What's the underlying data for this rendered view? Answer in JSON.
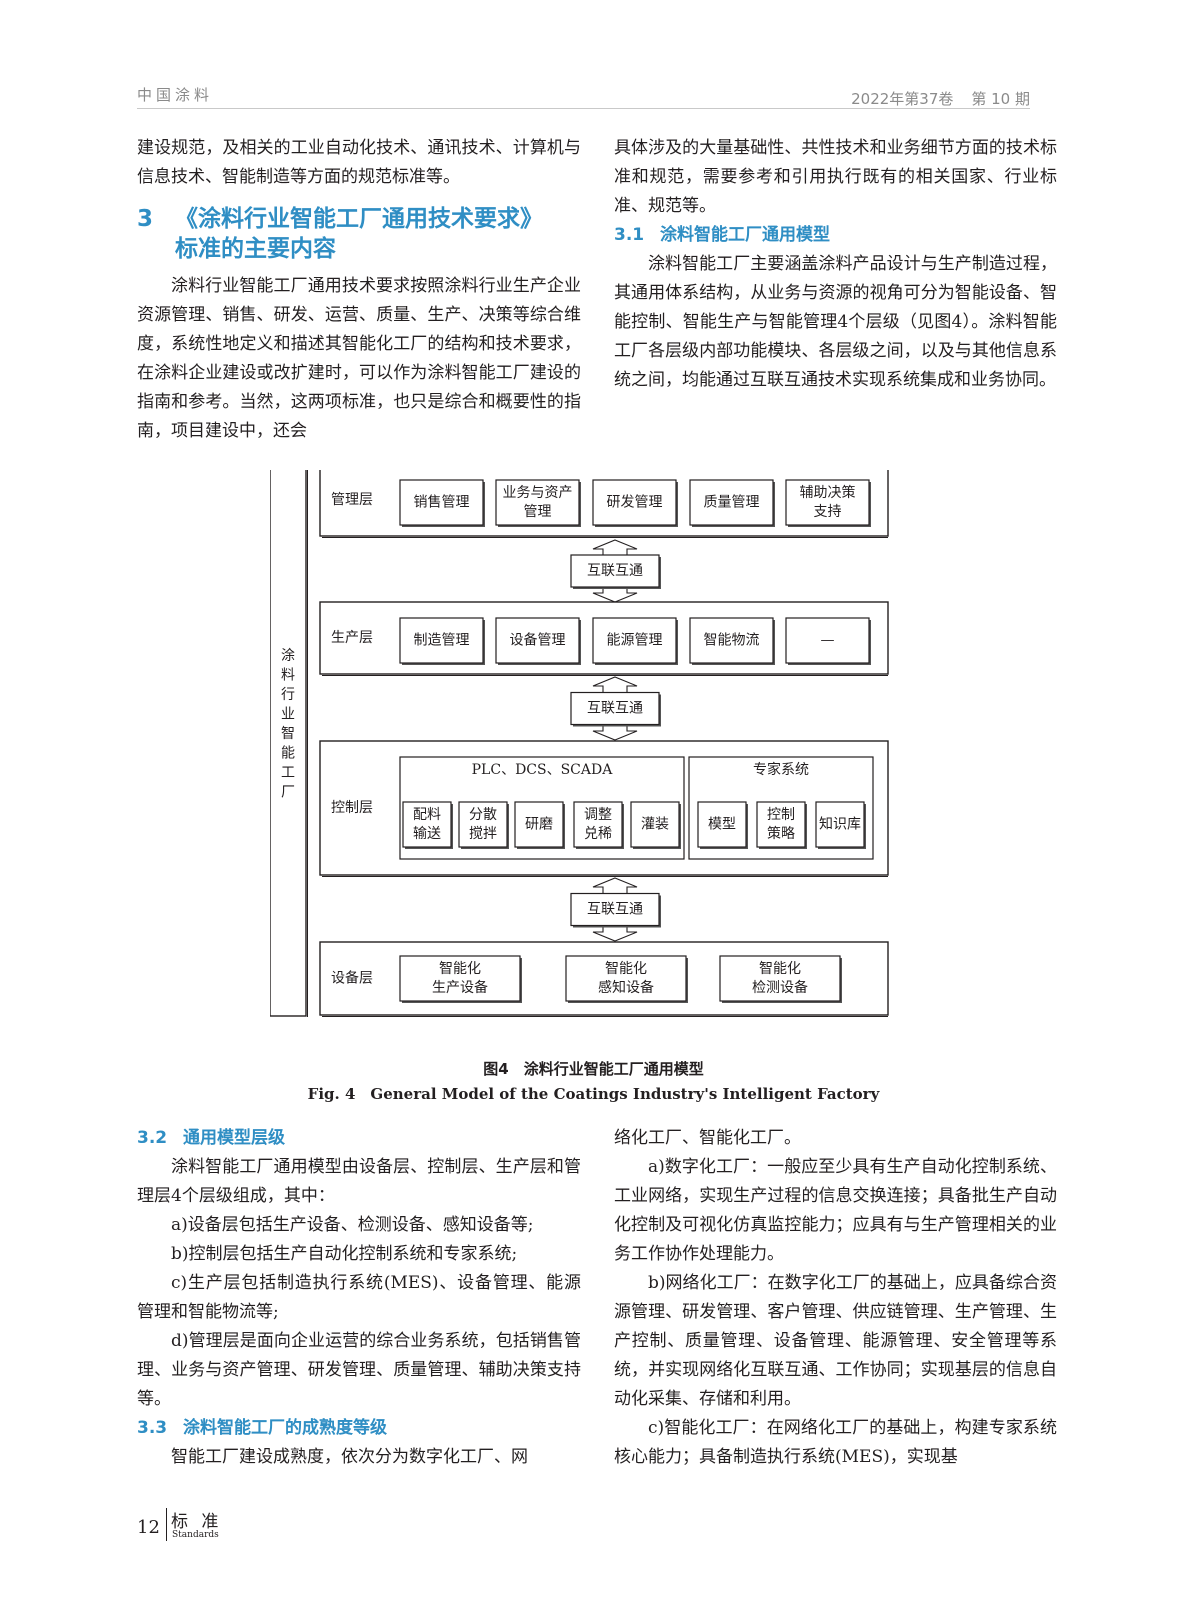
{
  "header": {
    "journal": "中国涂料",
    "year_vol": "2022年第37卷",
    "issue": "第 10 期"
  },
  "top_left": {
    "p1": "建设规范，及相关的工业自动化技术、通讯技术、计算机与信息技术、智能制造等方面的规范标准等。",
    "section3_num": "3",
    "section3_line1": "《涂料行业智能工厂通用技术要求》",
    "section3_line2": "标准的主要内容",
    "p2": "涂料行业智能工厂通用技术要求按照涂料行业生产企业资源管理、销售、研发、运营、质量、生产、决策等综合维度，系统性地定义和描述其智能化工厂的结构和技术要求，在涂料企业建设或改扩建时，可以作为涂料智能工厂建设的指南和参考。当然，这两项标准，也只是综合和概要性的指南，项目建设中，还会"
  },
  "top_right": {
    "p1": "具体涉及的大量基础性、共性技术和业务细节方面的技术标准和规范，需要参考和引用执行既有的相关国家、行业标准、规范等。",
    "s31_num": "3.1",
    "s31_title": "涂料智能工厂通用模型",
    "p2": "涂料智能工厂主要涵盖涂料产品设计与生产制造过程，其通用体系结构，从业务与资源的视角可分为智能设备、智能控制、智能生产与智能管理4个层级（见图4）。涂料智能工厂各层级内部功能模块、各层级之间，以及与其他信息系统之间，均能通过互联互通技术实现系统集成和业务协同。"
  },
  "figure": {
    "side_label": "涂料行业智能工厂",
    "link_label": "互联互通",
    "mgmt": {
      "label": "管理层",
      "items": [
        "销售管理",
        "业务与资产|管理",
        "研发管理",
        "质量管理",
        "辅助决策|支持"
      ]
    },
    "prod": {
      "label": "生产层",
      "items": [
        "制造管理",
        "设备管理",
        "能源管理",
        "智能物流",
        "—"
      ]
    },
    "ctrl": {
      "label": "控制层",
      "group1_title": "PLC、DCS、SCADA",
      "group1_items": [
        "配料|输送",
        "分散|搅拌",
        "研磨",
        "调整|兑稀",
        "灌装"
      ],
      "group2_title": "专家系统",
      "group2_items": [
        "模型",
        "控制|策略",
        "知识库"
      ]
    },
    "equip": {
      "label": "设备层",
      "items": [
        "智能化|生产设备",
        "智能化|感知设备",
        "智能化|检测设备"
      ]
    },
    "caption_cn": "图4　涂料行业智能工厂通用模型",
    "caption_en": "Fig. 4　General Model of the Coatings Industry's Intelligent Factory"
  },
  "bottom_left": {
    "s32_num": "3.2",
    "s32_title": "通用模型层级",
    "p1": "涂料智能工厂通用模型由设备层、控制层、生产层和管理层4个层级组成，其中：",
    "a": "a)设备层包括生产设备、检测设备、感知设备等;",
    "b": "b)控制层包括生产自动化控制系统和专家系统;",
    "c": "c)生产层包括制造执行系统(MES)、设备管理、能源管理和智能物流等;",
    "d": "d)管理层是面向企业运营的综合业务系统，包括销售管理、业务与资产管理、研发管理、质量管理、辅助决策支持等。",
    "s33_num": "3.3",
    "s33_title": "涂料智能工厂的成熟度等级",
    "p2": "智能工厂建设成熟度，依次分为数字化工厂、网"
  },
  "bottom_right": {
    "p0": "络化工厂、智能化工厂。",
    "a": "a)数字化工厂：一般应至少具有生产自动化控制系统、工业网络，实现生产过程的信息交换连接；具备批生产自动化控制及可视化仿真监控能力；应具有与生产管理相关的业务工作协作处理能力。",
    "b": "b)网络化工厂：在数字化工厂的基础上，应具备综合资源管理、研发管理、客户管理、供应链管理、生产管理、生产控制、质量管理、设备管理、能源管理、安全管理等系统，并实现网络化互联互通、工作协同；实现基层的信息自动化采集、存储和利用。",
    "c": "c)智能化工厂：在网络化工厂的基础上，构建专家系统核心能力；具备制造执行系统(MES)，实现基"
  },
  "footer": {
    "page": "12",
    "name": "标 准",
    "en": "Standards"
  }
}
